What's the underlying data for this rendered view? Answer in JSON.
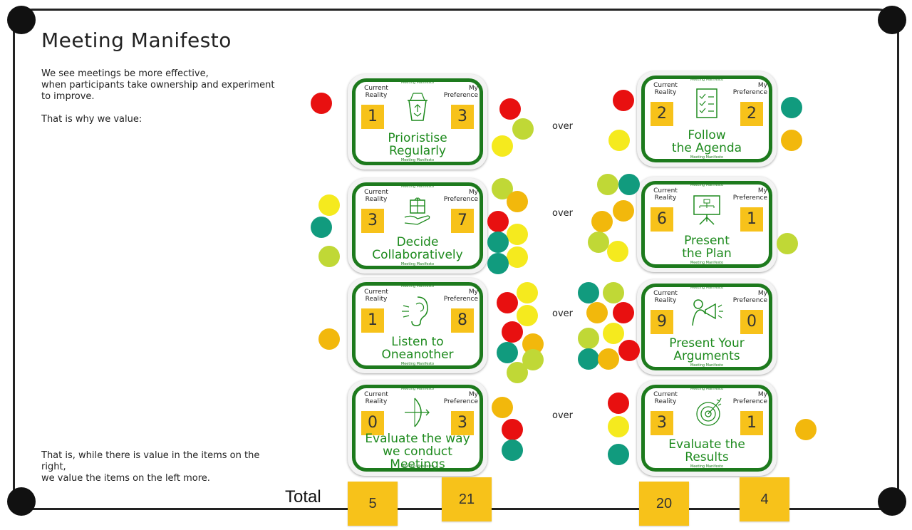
{
  "title": "Meeting Manifesto",
  "intro": "We see meetings be more effective,\nwhen participants take ownership and experiment to improve.\n\nThat is why we value:",
  "outro": "That is, while there is value in the items on the right,\nwe value the items on the left more.",
  "colors": {
    "red": "#e81010",
    "lime": "#c0d836",
    "yellow": "#f5ea1e",
    "orange": "#f2b80c",
    "teal": "#119b7e",
    "card_green": "#1d7a1d",
    "score_yellow": "#f7c21a"
  },
  "labels": {
    "current": "Current\nReality",
    "preference": "My\nPreference",
    "over": "over",
    "total": "Total"
  },
  "rows": [
    {
      "left": {
        "name": "Prioristise\nRegularly",
        "current": "1",
        "preference": "3",
        "icon": "recycle-bin-icon"
      },
      "right": {
        "name": "Follow\nthe Agenda",
        "current": "2",
        "preference": "2",
        "icon": "checklist-icon"
      }
    },
    {
      "left": {
        "name": "Decide\nCollaboratively",
        "current": "3",
        "preference": "7",
        "icon": "gift-hand-icon"
      },
      "right": {
        "name": "Present\nthe Plan",
        "current": "6",
        "preference": "1",
        "icon": "presentation-board-icon"
      }
    },
    {
      "left": {
        "name": "Listen to\nOneanother",
        "current": "1",
        "preference": "8",
        "icon": "ear-icon"
      },
      "right": {
        "name": "Present Your\nArguments",
        "current": "9",
        "preference": "0",
        "icon": "megaphone-icon"
      }
    },
    {
      "left": {
        "name": "Evaluate the way\nwe conduct\nMeetings",
        "current": "0",
        "preference": "3",
        "icon": "bow-arrow-icon"
      },
      "right": {
        "name": "Evaluate the\nResults",
        "current": "3",
        "preference": "1",
        "icon": "target-icon"
      }
    }
  ],
  "totals": {
    "left_current": "5",
    "left_preference": "21",
    "right_current": "20",
    "right_preference": "4"
  }
}
